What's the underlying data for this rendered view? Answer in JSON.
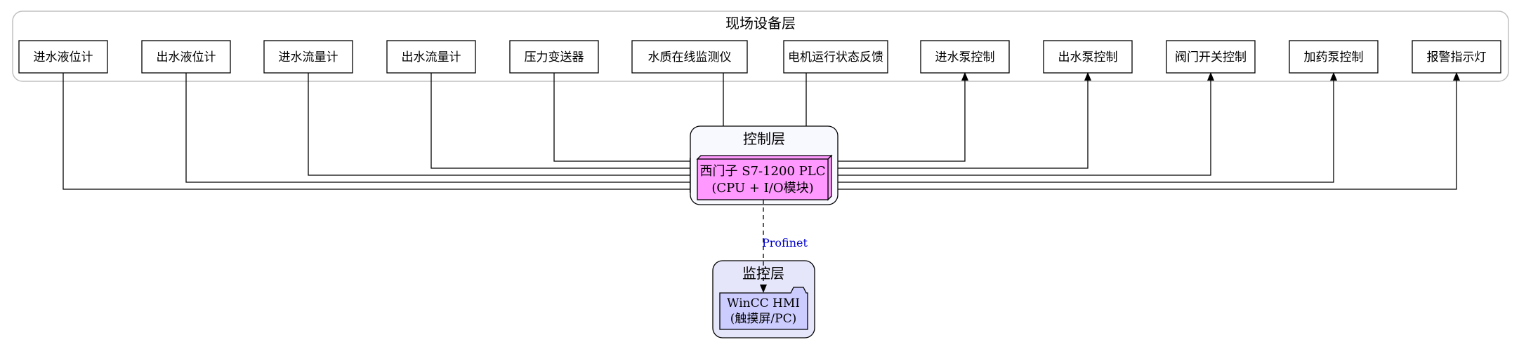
{
  "field_cluster": {
    "title": "现场设备层"
  },
  "field_devices": [
    {
      "label": "进水液位计",
      "direction": "input"
    },
    {
      "label": "出水液位计",
      "direction": "input"
    },
    {
      "label": "进水流量计",
      "direction": "input"
    },
    {
      "label": "出水流量计",
      "direction": "input"
    },
    {
      "label": "压力变送器",
      "direction": "input"
    },
    {
      "label": "水质在线监测仪",
      "direction": "input"
    },
    {
      "label": "电机运行状态反馈",
      "direction": "input"
    },
    {
      "label": "进水泵控制",
      "direction": "output"
    },
    {
      "label": "出水泵控制",
      "direction": "output"
    },
    {
      "label": "阀门开关控制",
      "direction": "output"
    },
    {
      "label": "加药泵控制",
      "direction": "output"
    },
    {
      "label": "报警指示灯",
      "direction": "output"
    }
  ],
  "control_cluster": {
    "title": "控制层",
    "plc_line1": "西门子 S7-1200 PLC",
    "plc_line2": "(CPU + I/O模块)"
  },
  "monitor_cluster": {
    "title": "监控层",
    "hmi_line1": "WinCC HMI",
    "hmi_line2": "(触摸屏/PC)"
  },
  "link": {
    "label": "Profinet"
  },
  "colors": {
    "plc_fill": "#ff99ff",
    "control_bg": "#f8f8ff",
    "monitor_bg": "#e6e6fa",
    "hmi_fill": "#ccccff",
    "link_label": "#0000cc",
    "cluster_border": "#c0c0c0"
  }
}
